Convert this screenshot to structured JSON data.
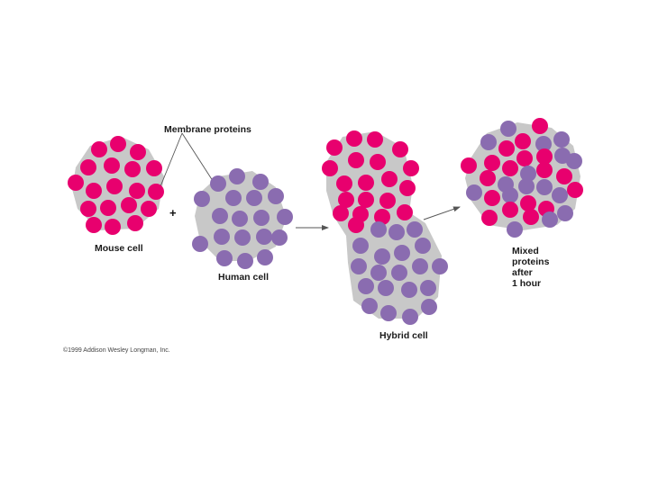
{
  "labels": {
    "membrane_proteins": "Membrane proteins",
    "mouse_cell": "Mouse cell",
    "human_cell": "Human cell",
    "hybrid_cell": "Hybrid cell",
    "mixed_line1": "Mixed",
    "mixed_line2": "proteins",
    "mixed_line3": "after",
    "mixed_line4": "1 hour",
    "plus": "+",
    "copyright": "©1999 Addison Wesley Longman, Inc."
  },
  "colors": {
    "cell_fill": "#c8c8c8",
    "mouse_protein": "#e8006e",
    "human_protein": "#8a6cb0",
    "line": "#555555"
  }
}
